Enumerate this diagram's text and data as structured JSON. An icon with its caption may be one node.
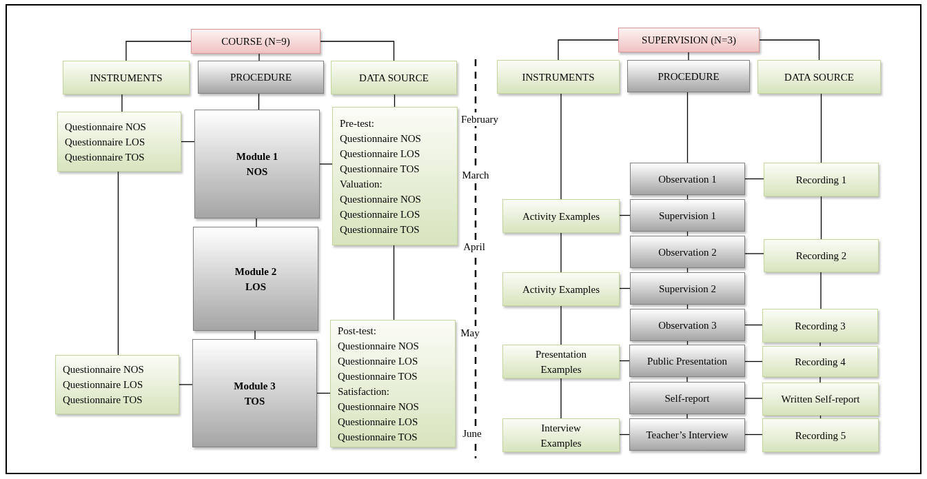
{
  "diagram": {
    "nodes": [
      {
        "text": [
          "COURSE (N=9)"
        ]
      },
      {
        "text": [
          "INSTRUMENTS"
        ]
      },
      {
        "text": [
          "PROCEDURE"
        ]
      },
      {
        "text": [
          "DATA SOURCE"
        ]
      },
      {
        "text": [
          "Questionnaire NOS",
          "Questionnaire LOS",
          "Questionnaire TOS"
        ]
      },
      {
        "text": [
          "Module 1 NOS"
        ]
      },
      {
        "text": [
          "Pre-test:",
          "Questionnaire NOS",
          "Questionnaire LOS",
          "Questionnaire TOS",
          "Valuation:",
          "Questionnaire NOS",
          "Questionnaire LOS",
          "Questionnaire TOS"
        ]
      },
      {
        "text": [
          "Module 2 LOS"
        ]
      },
      {
        "text": [
          "Module 3 TOS"
        ]
      },
      {
        "text": [
          "Questionnaire NOS",
          "Questionnaire LOS",
          "Questionnaire TOS"
        ]
      },
      {
        "text": [
          "Post-test:",
          "Questionnaire NOS",
          "Questionnaire LOS",
          "Questionnaire TOS",
          "Satisfaction:",
          "Questionnaire NOS",
          "Questionnaire LOS",
          "Questionnaire TOS"
        ]
      },
      {
        "text": [
          "SUPERVISION (N=3)"
        ]
      },
      {
        "text": [
          "INSTRUMENTS"
        ]
      },
      {
        "text": [
          "PROCEDURE"
        ]
      },
      {
        "text": [
          "DATA SOURCE"
        ]
      },
      {
        "text": [
          "Observation 1"
        ]
      },
      {
        "text": [
          "Recording 1"
        ]
      },
      {
        "text": [
          "Activity Examples"
        ]
      },
      {
        "text": [
          "Supervision 1"
        ]
      },
      {
        "text": [
          "Observation 2"
        ]
      },
      {
        "text": [
          "Recording 2"
        ]
      },
      {
        "text": [
          "Activity Examples"
        ]
      },
      {
        "text": [
          "Supervision 2"
        ]
      },
      {
        "text": [
          "Observation 3"
        ]
      },
      {
        "text": [
          "Recording 3"
        ]
      },
      {
        "text": [
          "Presentation Examples"
        ]
      },
      {
        "text": [
          "Public Presentation"
        ]
      },
      {
        "text": [
          "Recording 4"
        ]
      },
      {
        "text": [
          "Self-report"
        ]
      },
      {
        "text": [
          "Written Self-report"
        ]
      },
      {
        "text": [
          "Interview Examples"
        ]
      },
      {
        "text": [
          "Teacher’s Interview"
        ]
      },
      {
        "text": [
          "Recording 5"
        ]
      }
    ],
    "edges": [
      {
        "from": 0,
        "to": 1,
        "arrow": "none"
      },
      {
        "from": 0,
        "to": 2,
        "arrow": "none"
      },
      {
        "from": 0,
        "to": 3,
        "arrow": "none"
      },
      {
        "from": 1,
        "to": 4,
        "arrow": "none"
      },
      {
        "from": 2,
        "to": 5,
        "arrow": "none"
      },
      {
        "from": 3,
        "to": 6,
        "arrow": "none"
      },
      {
        "from": 4,
        "to": 5,
        "arrow": "none"
      },
      {
        "from": 5,
        "to": 6,
        "arrow": "none"
      },
      {
        "from": 5,
        "to": 7,
        "arrow": "none"
      },
      {
        "from": 7,
        "to": 8,
        "arrow": "none"
      },
      {
        "from": 4,
        "to": 9,
        "arrow": "none"
      },
      {
        "from": 9,
        "to": 8,
        "arrow": "none"
      },
      {
        "from": 8,
        "to": 10,
        "arrow": "none"
      },
      {
        "from": 6,
        "to": 10,
        "arrow": "none"
      },
      {
        "from": 11,
        "to": 12,
        "arrow": "none"
      },
      {
        "from": 11,
        "to": 13,
        "arrow": "none"
      },
      {
        "from": 11,
        "to": 14,
        "arrow": "none"
      },
      {
        "from": 12,
        "to": 17,
        "arrow": "none"
      },
      {
        "from": 17,
        "to": 21,
        "arrow": "none"
      },
      {
        "from": 21,
        "to": 25,
        "arrow": "none"
      },
      {
        "from": 25,
        "to": 30,
        "arrow": "none"
      },
      {
        "from": 13,
        "to": 15,
        "arrow": "none"
      },
      {
        "from": 15,
        "to": 18,
        "arrow": "none"
      },
      {
        "from": 18,
        "to": 19,
        "arrow": "none"
      },
      {
        "from": 19,
        "to": 22,
        "arrow": "none"
      },
      {
        "from": 22,
        "to": 23,
        "arrow": "none"
      },
      {
        "from": 23,
        "to": 26,
        "arrow": "none"
      },
      {
        "from": 26,
        "to": 28,
        "arrow": "none"
      },
      {
        "from": 28,
        "to": 31,
        "arrow": "none"
      },
      {
        "from": 14,
        "to": 16,
        "arrow": "none"
      },
      {
        "from": 16,
        "to": 20,
        "arrow": "none"
      },
      {
        "from": 20,
        "to": 24,
        "arrow": "none"
      },
      {
        "from": 24,
        "to": 27,
        "arrow": "none"
      },
      {
        "from": 27,
        "to": 29,
        "arrow": "none"
      },
      {
        "from": 29,
        "to": 32,
        "arrow": "none"
      },
      {
        "from": 15,
        "to": 16,
        "arrow": "none"
      },
      {
        "from": 17,
        "to": 18,
        "arrow": "none"
      },
      {
        "from": 19,
        "to": 20,
        "arrow": "none"
      },
      {
        "from": 21,
        "to": 22,
        "arrow": "none"
      },
      {
        "from": 23,
        "to": 24,
        "arrow": "none"
      },
      {
        "from": 25,
        "to": 26,
        "arrow": "none"
      },
      {
        "from": 26,
        "to": 27,
        "arrow": "none"
      },
      {
        "from": 28,
        "to": 29,
        "arrow": "none"
      },
      {
        "from": 30,
        "to": 31,
        "arrow": "none"
      },
      {
        "from": 31,
        "to": 32,
        "arrow": "none"
      }
    ],
    "labels": [
      "February",
      "March",
      "April",
      "May",
      "June"
    ]
  }
}
